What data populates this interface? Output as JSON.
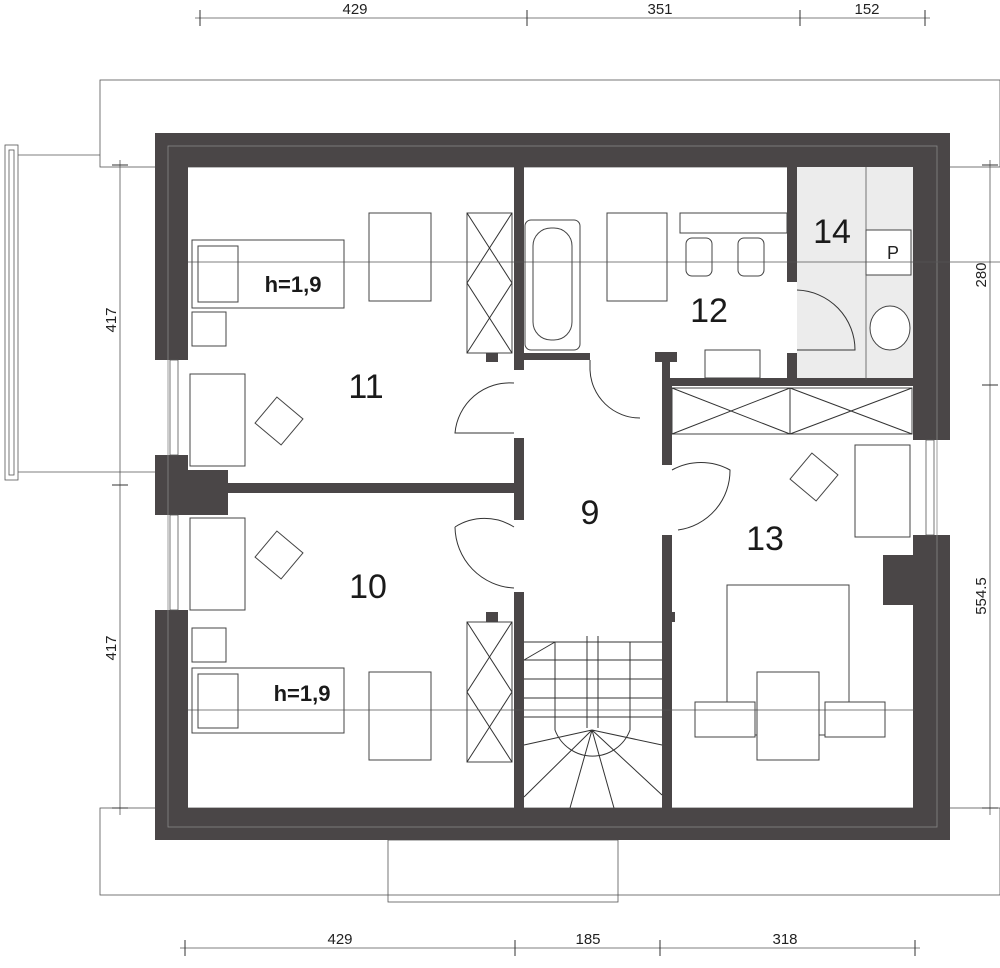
{
  "title": "Attic floor plan",
  "dimensions": {
    "top": [
      "429",
      "351",
      "152"
    ],
    "bottom": [
      "429",
      "185",
      "318"
    ],
    "left": [
      "417",
      "417"
    ],
    "right": [
      "280",
      "554.5"
    ]
  },
  "rooms": [
    {
      "number": "9"
    },
    {
      "number": "10",
      "height_label": "h=1,9"
    },
    {
      "number": "11",
      "height_label": "h=1,9"
    },
    {
      "number": "12"
    },
    {
      "number": "13"
    },
    {
      "number": "14",
      "fixture_label": "P"
    }
  ],
  "colors": {
    "wall": "#4a4647",
    "room14_fill": "#ececec"
  }
}
